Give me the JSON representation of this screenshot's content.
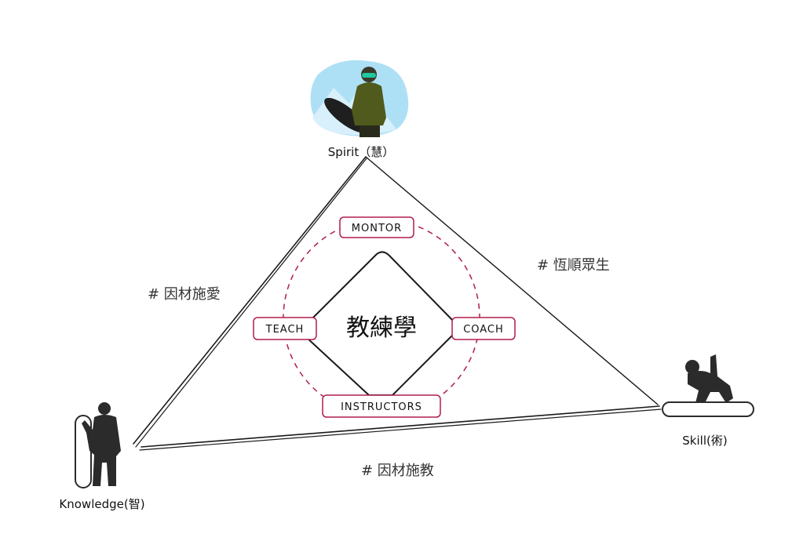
{
  "center_title": "教練學",
  "roles": {
    "top": "MONTOR",
    "left": "TEACH",
    "right": "COACH",
    "bottom": "INSTRUCTORS"
  },
  "vertices": {
    "top": "Spirit（慧）",
    "left": "Knowledge(智)",
    "right": "Skill(術)"
  },
  "edges": {
    "left": "# 因材施愛",
    "right": "# 恆順眾生",
    "bottom": "# 因材施教"
  },
  "icons": {
    "top": "snowboarder-with-board-icon",
    "left": "snowboarder-standing-icon",
    "right": "snowboarder-crouching-icon"
  },
  "colors": {
    "line": "#1a1a1a",
    "accent": "#b01e4a",
    "sky": "#aee0f5",
    "jacket": "#4f5a1c",
    "silhouette": "#2b2b2b"
  }
}
